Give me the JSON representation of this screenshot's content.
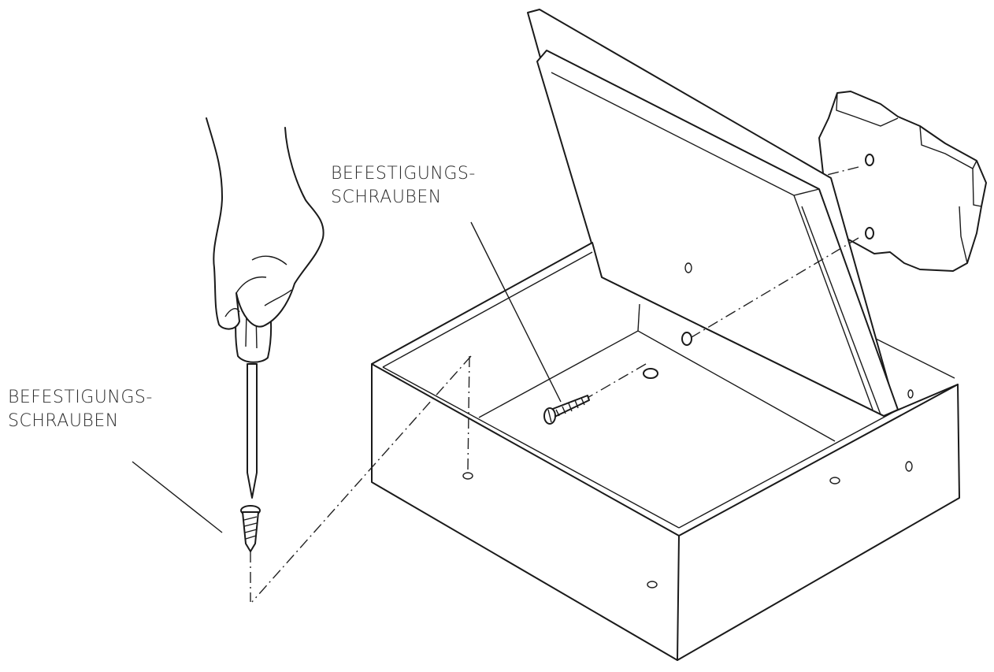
{
  "labels": {
    "screws_inside": [
      "BEFESTIGUNGS-",
      "SCHRAUBEN"
    ],
    "screws_left": [
      "BEFESTIGUNGS-",
      "SCHRAUBEN"
    ]
  }
}
